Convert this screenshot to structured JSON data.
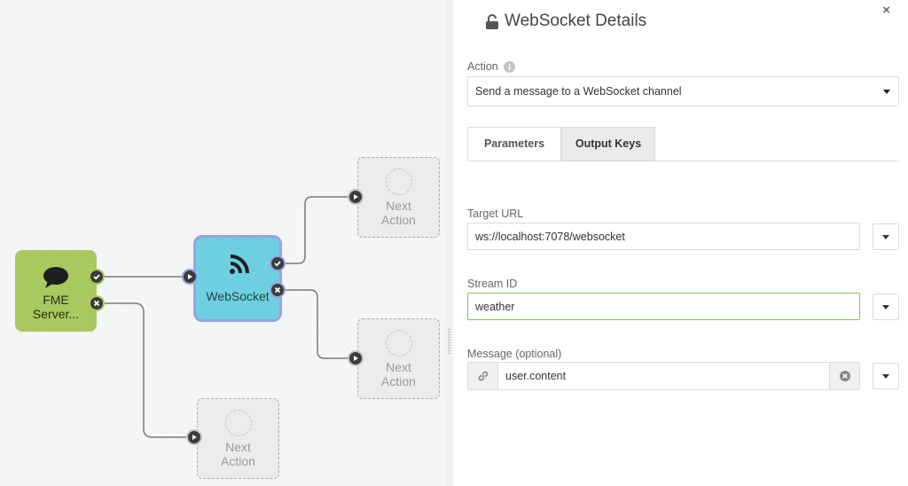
{
  "canvas": {
    "nodes": {
      "fme": {
        "label_line1": "FME",
        "label_line2": "Server...",
        "icon": "chat-bubble-icon"
      },
      "websocket": {
        "label": "WebSocket",
        "icon": "rss-feed-icon"
      },
      "next_top": {
        "label_line1": "Next",
        "label_line2": "Action"
      },
      "next_mid": {
        "label_line1": "Next",
        "label_line2": "Action"
      },
      "next_bottom": {
        "label_line1": "Next",
        "label_line2": "Action"
      }
    },
    "colors": {
      "fme_node": "#a9c95f",
      "websocket_node": "#6dcfe0",
      "websocket_border": "#9aa2e6"
    }
  },
  "panel": {
    "title": "WebSocket Details",
    "title_icon": "unlock-icon",
    "close_label": "×",
    "action": {
      "label": "Action",
      "value": "Send a message to a WebSocket channel"
    },
    "tabs": [
      {
        "label": "Parameters",
        "active": true
      },
      {
        "label": "Output Keys",
        "active": false
      }
    ],
    "target_url": {
      "label": "Target URL",
      "value": "ws://localhost:7078/websocket"
    },
    "stream_id": {
      "label": "Stream ID",
      "value": "weather"
    },
    "message": {
      "label": "Message (optional)",
      "value": "user.content"
    }
  }
}
